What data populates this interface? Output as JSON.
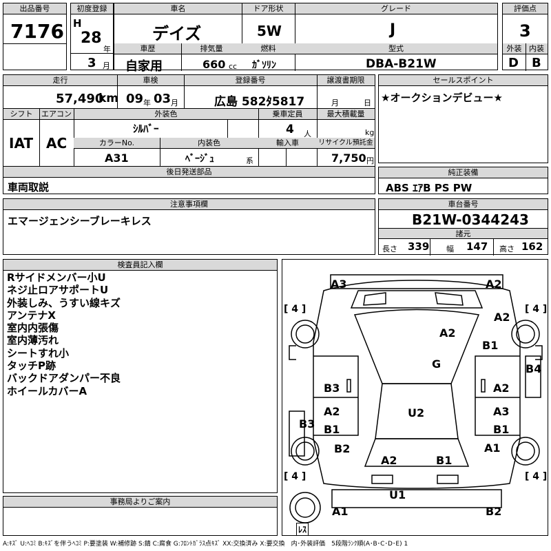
{
  "header": {
    "lot_label": "出品番号",
    "lot": "7176",
    "reg_label": "初度登録",
    "era": "H",
    "year": "28",
    "year_unit": "年",
    "month": "3",
    "month_unit": "月",
    "car_label": "車名",
    "car": "デイズ",
    "door_label": "ドア形状",
    "door": "5W",
    "grade_label": "グレード",
    "grade": "J",
    "score_label": "評価点",
    "score": "3",
    "history_label": "車歴",
    "history": "自家用",
    "disp_label": "排気量",
    "disp": "660",
    "disp_unit": "cc",
    "fuel_label": "燃料",
    "fuel": "ｶﾞｿﾘﾝ",
    "model_label": "型式",
    "model": "DBA-B21W",
    "ext_label": "外装",
    "ext": "D",
    "int_label": "内装",
    "int": "B"
  },
  "row2": {
    "mileage_label": "走行",
    "mileage": "57,490",
    "mileage_unit": "km",
    "inspect_label": "車検",
    "insp_y": "09",
    "insp_y_unit": "年",
    "insp_m": "03",
    "insp_m_unit": "月",
    "plate_label": "登録番号",
    "plate": "広島 582ﾀ5817",
    "transfer_label": "譲渡書期限",
    "tr_m": "月",
    "tr_d": "日",
    "sales_label": "セールスポイント",
    "sales": "★オークションデビュー★"
  },
  "row3": {
    "shift_label": "シフト",
    "shift": "IAT",
    "ac_label": "エアコン",
    "ac": "AC",
    "color_label": "外装色",
    "color": "ｼﾙﾊﾞｰ",
    "cap_label": "乗車定員",
    "cap": "4",
    "cap_unit": "人",
    "load_label": "最大積載量",
    "load_unit": "kg",
    "colorno_label": "カラーNo.",
    "colorno": "A31",
    "intcolor_label": "内装色",
    "intcolor": "ﾍﾞｰｼﾞｭ",
    "intcolor_unit": "系",
    "import_label": "輸入車",
    "recycle_label": "リサイクル預託金",
    "recycle": "7,750",
    "recycle_unit": "円"
  },
  "parts": {
    "label": "後日発送部品",
    "value": "車両取説"
  },
  "equip": {
    "label": "純正装備",
    "value": "ABS ｴｱB PS PW"
  },
  "notes": {
    "label": "注意事項欄",
    "value": "エマージェンシーブレーキレス"
  },
  "chassis": {
    "label": "車台番号",
    "value": "B21W-0344243"
  },
  "spec": {
    "label": "諸元",
    "len_label": "長さ",
    "len": "339",
    "wid_label": "幅",
    "wid": "147",
    "hei_label": "高さ",
    "hei": "162"
  },
  "inspector": {
    "label": "検査員記入欄",
    "lines": [
      "Rサイドメンバー小U",
      "ネジ止ロアサポートU",
      "外装しみ、うすい線キズ",
      "アンテナX",
      "室内内張傷",
      "室内薄汚れ",
      "シートすれ小",
      "タッチP跡",
      "バックドアダンパー不良",
      "ホイールカバーA"
    ]
  },
  "office": {
    "label": "事務局よりご案内"
  },
  "diagram": {
    "damage": [
      "A3",
      "A2",
      "A2",
      "A2",
      "B1",
      "G",
      "B4",
      "B3",
      "A2",
      "A2",
      "A3",
      "B1",
      "U2",
      "B1",
      "B3",
      "B2",
      "A1",
      "A2",
      "B1",
      "U1",
      "A1",
      "B2"
    ],
    "tires": [
      "4",
      "4",
      "4",
      "4"
    ],
    "spare": "ﾚｽ"
  },
  "legend": "A:ｷｽﾞ U:ﾍｺﾐ B:ｷｽﾞを伴うﾍｺﾐ P:要塗装 W:補修跡 S:錆 C:腐食 G:ﾌﾛﾝﾄｶﾞﾗｽ点ｷｽﾞ XX:交換済み X:要交換　内･外装評価　5段階ﾗﾝｸ順(A･B･C･D･E) 1"
}
